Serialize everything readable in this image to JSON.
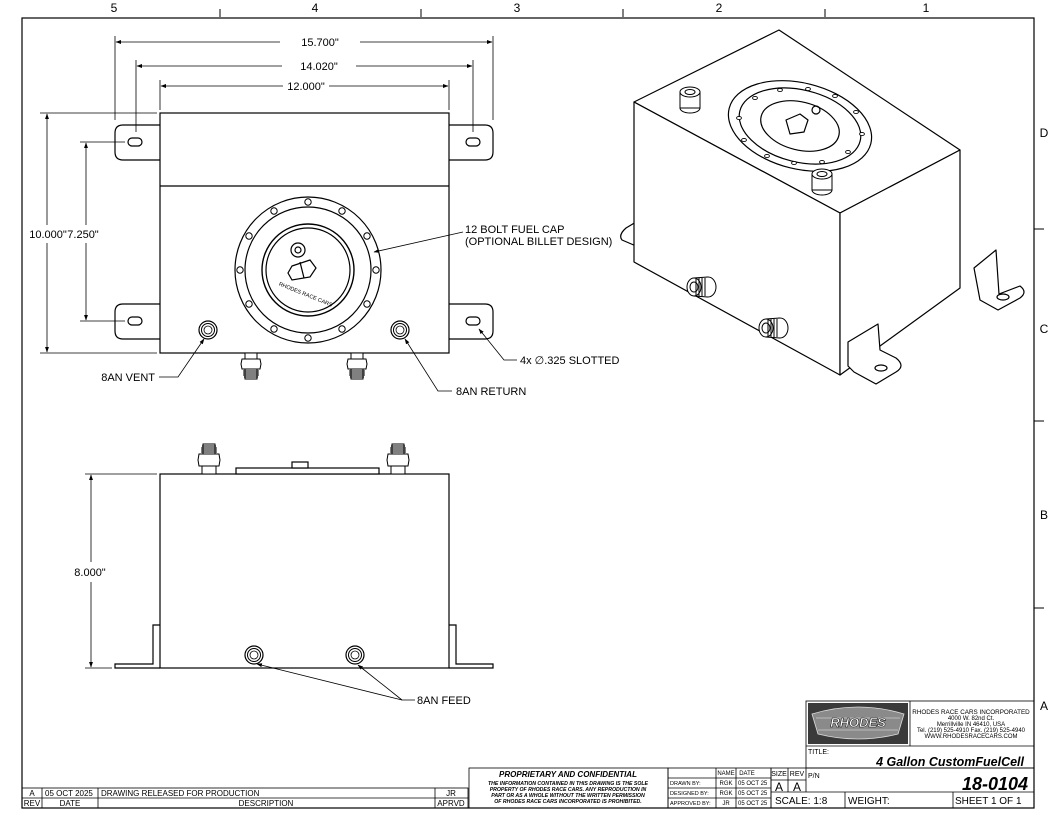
{
  "zones": {
    "columns": [
      "5",
      "4",
      "3",
      "2",
      "1"
    ],
    "rows": [
      "D",
      "C",
      "B",
      "A"
    ]
  },
  "top_view": {
    "dim_overall_width": "15.700\"",
    "dim_hole_spacing": "14.020\"",
    "dim_body_width": "12.000\"",
    "dim_depth": "10.000\"",
    "dim_hole_depth": "7.250\""
  },
  "callouts": {
    "fuel_cap_line1": "12 BOLT FUEL CAP",
    "fuel_cap_line2": "(OPTIONAL BILLET DESIGN)",
    "slotted": "4x ∅.325 SLOTTED",
    "vent": "8AN VENT",
    "return": "8AN RETURN",
    "height": "8.000\"",
    "feed": "8AN FEED"
  },
  "cap_brand": "RHODES RACE CARS",
  "revision_block": {
    "row": {
      "rev": "A",
      "date": "05 OCT 2025",
      "description": "DRAWING RELEASED FOR PRODUCTION",
      "apprvd": "JR"
    },
    "headers": {
      "rev": "REV",
      "date": "DATE",
      "description": "DESCRIPTION",
      "apprvd": "APRVD"
    }
  },
  "proprietary": {
    "title": "PROPRIETARY AND CONFIDENTIAL",
    "line1": "THE INFORMATION CONTAINED IN THIS DRAWING IS THE SOLE",
    "line2": "PROPERTY OF RHODES RACE CARS. ANY REPRODUCTION IN",
    "line3": "PART OR AS A WHOLE WITHOUT THE WRITTEN PERMISSION",
    "line4": "OF RHODES RACE CARS INCORPORATED IS PROHIBITED."
  },
  "signoff": {
    "col_name": "NAME",
    "col_date": "DATE",
    "rows": [
      {
        "role": "DRAWN BY:",
        "name": "RGK",
        "date": "05 OCT 25"
      },
      {
        "role": "DESIGNED BY:",
        "name": "RGK",
        "date": "05 OCT 25"
      },
      {
        "role": "APPROVED BY:",
        "name": "JR",
        "date": "05 OCT 25"
      }
    ]
  },
  "title_block": {
    "logo_text": "RHODES",
    "company": {
      "name": "RHODES RACE CARS INCORPORATED",
      "address1": "4000 W. 82nd Ct.",
      "address2": "Merrillville IN 46410, USA",
      "phone": "Tel. (219) 525-4910 Fax. (219) 525-4940",
      "web": "WWW.RHODESRACECARS.COM"
    },
    "title_label": "TITLE:",
    "title": "4 Gallon CustomFuelCell",
    "size_label": "SIZE",
    "rev_label": "REV",
    "pn_label": "P/N",
    "size": "A",
    "rev": "A",
    "part_number": "18-0104",
    "scale": "SCALE: 1:8",
    "weight": "WEIGHT:",
    "sheet": "SHEET 1 OF 1"
  }
}
